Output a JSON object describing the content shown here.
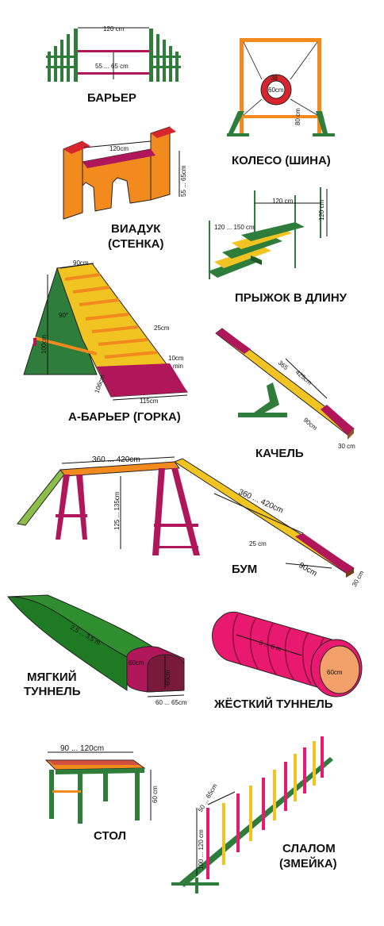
{
  "colors": {
    "green": "#2e7d3a",
    "yellow": "#f2c421",
    "orange": "#f28a1e",
    "magenta": "#b0175a",
    "pink": "#e8196e",
    "peach": "#f4a06a",
    "red": "#d8262e"
  },
  "items": [
    {
      "id": "barrier",
      "label": "БАРЬЕР",
      "dims": [
        "120 cm",
        "55 ... 65 cm"
      ]
    },
    {
      "id": "wheel",
      "label": "КОЛЕСО (ШИНА)",
      "dims": [
        "38",
        "60cm",
        "80 cm"
      ]
    },
    {
      "id": "viaduct",
      "label": "ВИАДУК",
      "label2": "(СТЕНКА)",
      "dims": [
        "120cm",
        "55 ... 65cm"
      ]
    },
    {
      "id": "long-jump",
      "label": "ПРЫЖОК В ДЛИНУ",
      "dims": [
        "120 cm",
        "120 ... 150 cm",
        "120 cm"
      ]
    },
    {
      "id": "a-frame",
      "label": "А-БАРЬЕР (ГОРКА)",
      "dims": [
        "90cm",
        "90°",
        "100cm",
        "25cm",
        "10cm",
        "min",
        "106cm",
        "115cm"
      ]
    },
    {
      "id": "seesaw",
      "label": "КАЧЕЛЬ",
      "dims": [
        "365",
        "425cm",
        "90cm",
        "30 cm"
      ]
    },
    {
      "id": "dog-walk",
      "label": "БУМ",
      "dims": [
        "360 ... 420cm",
        "360 ... 420cm",
        "125 ... 135cm",
        "25 cm",
        "90cm",
        "30 cm"
      ]
    },
    {
      "id": "soft-tunnel",
      "label": "МЯГКИЙ",
      "label2": "ТУННЕЛЬ",
      "dims": [
        "2,5 ... 3,5 m",
        "60cm",
        "60cm",
        "60 ... 65cm"
      ]
    },
    {
      "id": "rigid-tunnel",
      "label": "ЖЁСТКИЙ ТУННЕЛЬ",
      "dims": [
        "3 ... 6 m",
        "60cm"
      ]
    },
    {
      "id": "table",
      "label": "СТОЛ",
      "dims": [
        "90 ... 120cm",
        "60 cm"
      ]
    },
    {
      "id": "slalom",
      "label": "СЛАЛОМ",
      "label2": "(ЗМЕЙКА)",
      "dims": [
        "50 ... 65cm",
        "100 ... 120 cm"
      ]
    }
  ]
}
